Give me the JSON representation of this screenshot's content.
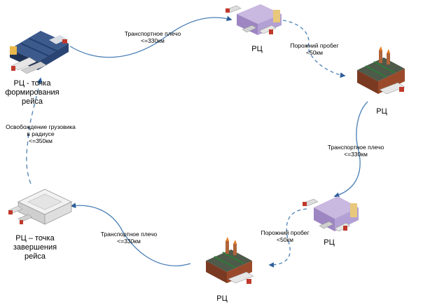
{
  "nodes": {
    "start_rc": {
      "line1": "РЦ - точка",
      "line2": "формирования",
      "line3": "рейса"
    },
    "rc_top": {
      "label": "РЦ"
    },
    "factory_right": {
      "label": "РЦ"
    },
    "rc_mid_right": {
      "label": "РЦ"
    },
    "factory_bottom": {
      "label": "РЦ"
    },
    "end_rc": {
      "line1": "РЦ – точка",
      "line2": "завершения",
      "line3": "рейса"
    }
  },
  "edges": {
    "leg1": {
      "line1": "Транспортное плечо",
      "line2": "<=330км"
    },
    "empty1": {
      "line1": "Порожний пробег",
      "line2": "<50км"
    },
    "leg2": {
      "line1": "Транспортное плечо",
      "line2": "<=330км"
    },
    "empty2": {
      "line1": "Порожний пробег",
      "line2": "<50км"
    },
    "leg3": {
      "line1": "Транспортное плечо",
      "line2": "<=330км"
    },
    "release": {
      "line1": "Освобождение грузовика",
      "line2": "в радиусе",
      "line3": "<=350км"
    }
  },
  "colors": {
    "solid_line": "#4a7fb5",
    "dashed_line": "#4a7fb5"
  }
}
